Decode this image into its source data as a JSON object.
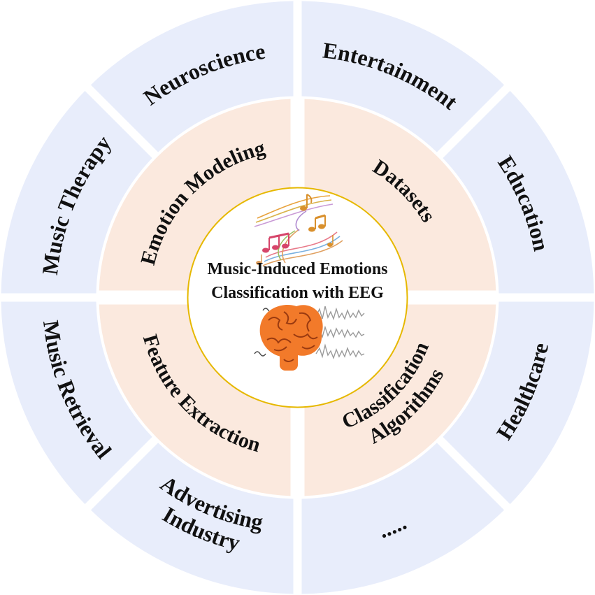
{
  "center": {
    "title_line1": "Music-Induced Emotions",
    "title_line2": "Classification with EEG"
  },
  "inner_ring": [
    {
      "lines": [
        "Emotion Modeling"
      ]
    },
    {
      "lines": [
        "Datasets"
      ]
    },
    {
      "lines": [
        "Classification",
        "Algorithms"
      ]
    },
    {
      "lines": [
        "Feature Extraction"
      ]
    }
  ],
  "outer_ring": [
    {
      "lines": [
        "Entertainment"
      ]
    },
    {
      "lines": [
        "Education"
      ]
    },
    {
      "lines": [
        "Healthcare"
      ]
    },
    {
      "lines": [
        "....."
      ]
    },
    {
      "lines": [
        "Advertising",
        "Industry"
      ]
    },
    {
      "lines": [
        "Music Retrieval"
      ]
    },
    {
      "lines": [
        "Music Therapy"
      ]
    },
    {
      "lines": [
        "Neuroscience"
      ]
    }
  ],
  "colors": {
    "outer_fill": "#e8edfb",
    "inner_fill": "#fbe9de",
    "center_fill": "#ffffff",
    "center_stroke": "#e6b800",
    "brain": "#f27a2a",
    "brain_line": "#9a3a10",
    "text": "#111111"
  },
  "icons": [
    "music-notes-icon",
    "brain-icon",
    "eeg-wave-icon"
  ]
}
